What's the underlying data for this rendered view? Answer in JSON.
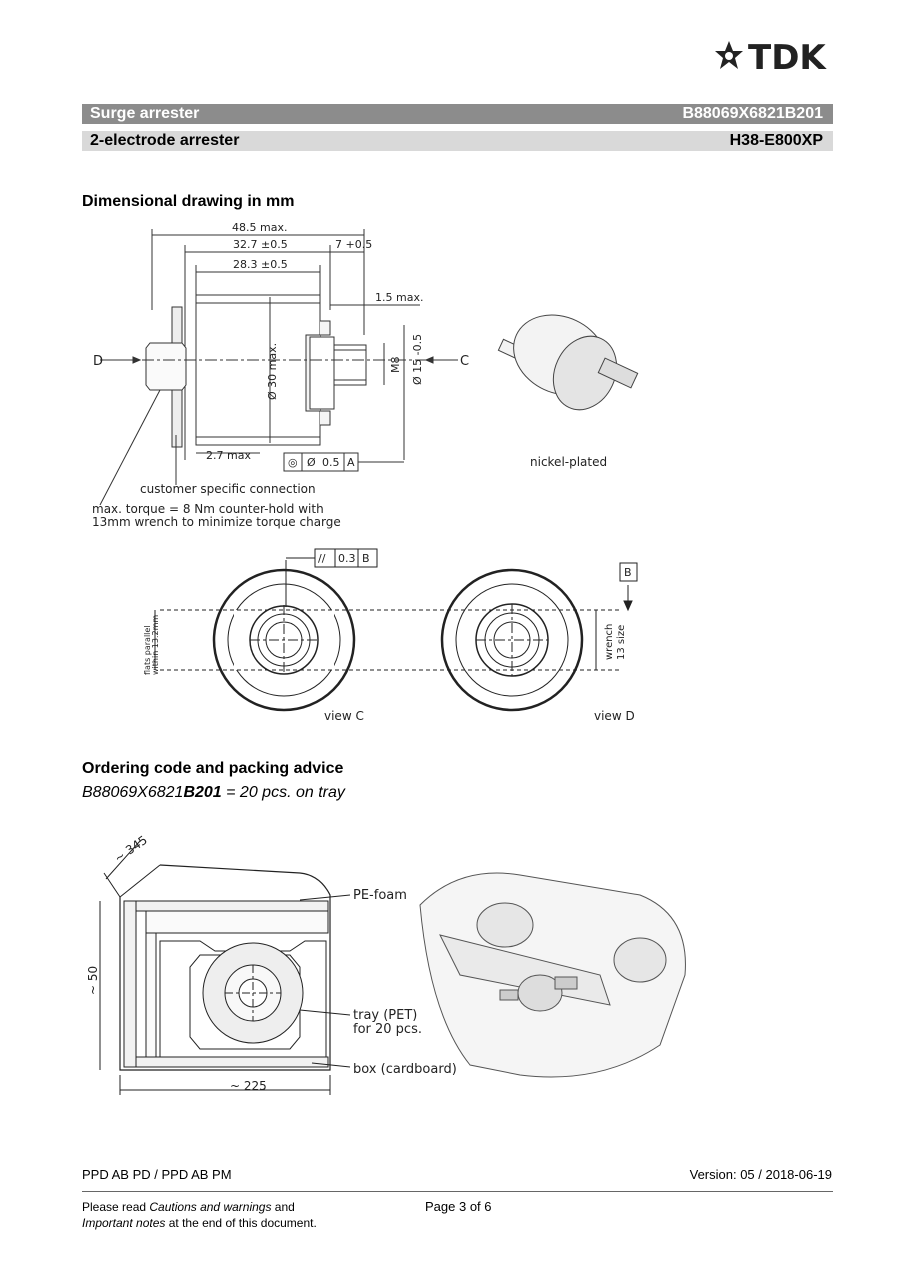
{
  "brand": "TDK",
  "header": {
    "product_type": "Surge arrester",
    "part_number": "B88069X6821B201",
    "subtype": "2-electrode arrester",
    "model": "H38-E800XP"
  },
  "dimensional": {
    "title": "Dimensional drawing in mm",
    "dim_overall": "48.5 max.",
    "dim_body": "32.7 ±0.5",
    "dim_stud": "7 +0.5",
    "dim_inner": "28.3 ±0.5",
    "dim_gap": "1.5 max.",
    "dim_thread_len": "2.7 max",
    "dim_diameter": "Ø 30 max.",
    "dim_thread": "M8",
    "dim_flange": "Ø 15 -0.5",
    "tolerance_frame": [
      "◎",
      "Ø",
      "0.5",
      "A"
    ],
    "parallel_frame": [
      "//",
      "0.3",
      "B"
    ],
    "datum_b": "B",
    "label_d": "D",
    "label_c": "C",
    "nickel_label": "nickel-plated",
    "connection_label": "customer specific connection",
    "torque_note_1": "max. torque = 8 Nm counter-hold with",
    "torque_note_2": "13mm wrench to minimize torque charge",
    "flats_note_1": "flats parallel",
    "flats_note_2": "within 13.2mm",
    "wrench_note_1": "wrench",
    "wrench_note_2": "13 size",
    "view_c": "view C",
    "view_d": "view D"
  },
  "ordering": {
    "title": "Ordering code and packing advice",
    "code_prefix": "B88069X6821",
    "code_bold": "B201",
    "code_suffix": " = 20 pcs. on tray",
    "dim_top": "~ 345",
    "dim_height": "~ 50",
    "dim_width": "~ 225",
    "label_foam": "PE-foam",
    "label_tray_1": "tray (PET)",
    "label_tray_2": "for 20 pcs.",
    "label_box": "box (cardboard)"
  },
  "footer": {
    "dept": "PPD AB PD / PPD AB PM",
    "version": "Version: 05 / 2018-06-19",
    "note_a": "Please read ",
    "note_b": "Cautions and warnings",
    "note_c": " and",
    "note_d": "Important notes",
    "note_e": " at the end of this document.",
    "page": "Page 3 of 6"
  }
}
